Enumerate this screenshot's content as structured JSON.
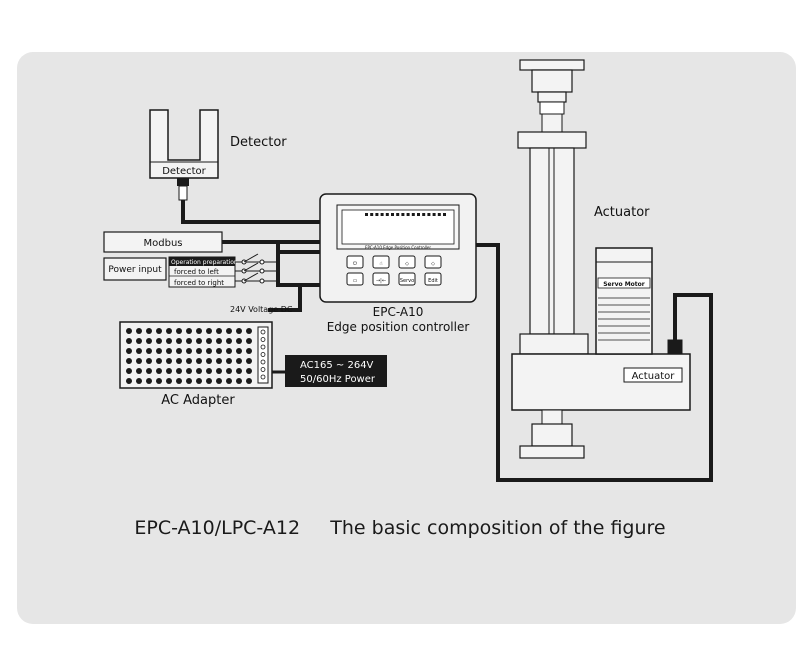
{
  "labels": {
    "detector_title": "Detector",
    "detector_inner": "Detector",
    "actuator_title": "Actuator",
    "actuator_inner": "Actuator",
    "modbus": "Modbus",
    "power_input": "Power input",
    "op_prep": "Operation preparation",
    "forced_left": "forced to left",
    "forced_right": "forced to right",
    "voltage_24": "24V Voltage DC",
    "controller_model": "EPC-A10",
    "controller_desc": "Edge position controller",
    "controller_screen": "EPC-A10    Edge Position Controller",
    "servo_motor": "Servo Motor",
    "ac_adapter": "AC Adapter",
    "ac_range": "AC165 ~ 264V",
    "ac_freq": "50/60Hz Power"
  },
  "caption": {
    "model": "EPC-A10/LPC-A12",
    "text": "The basic composition of the figure"
  },
  "controller_keys": [
    "⏻",
    "☝",
    "◇",
    "◇",
    "▭",
    "→|←",
    "Servo",
    "Edit"
  ]
}
